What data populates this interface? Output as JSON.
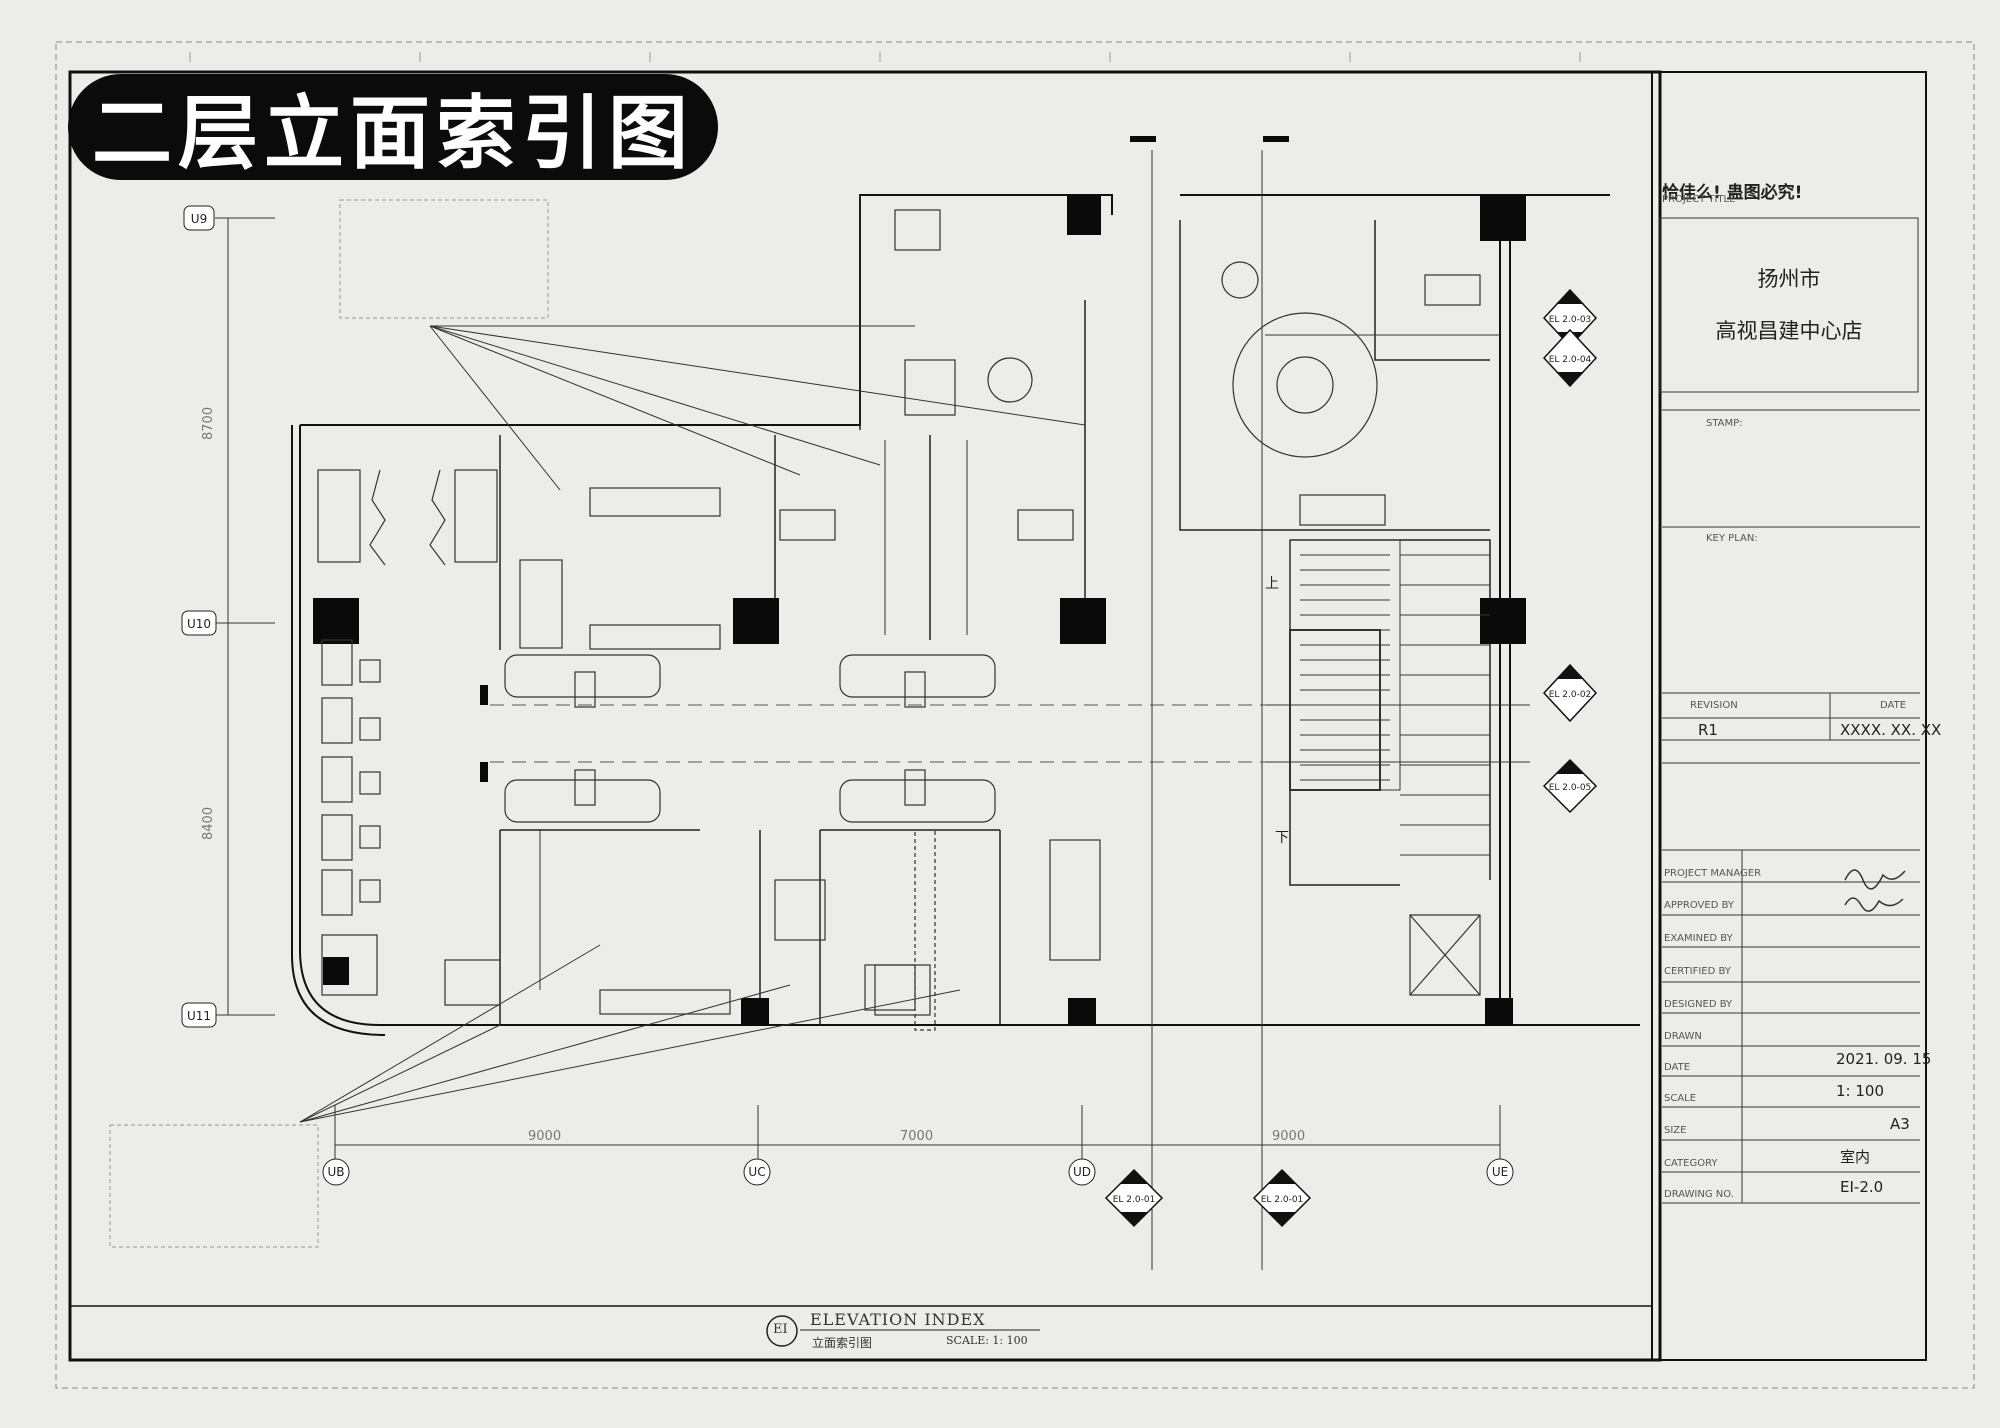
{
  "title": "二层立面索引图",
  "project": {
    "title_label": "PROJECT TITLE",
    "title_partial": "恰佳么! 蛊图必究!",
    "city": "扬州市",
    "store": "高视昌建中心店"
  },
  "title_block": {
    "stamp_label": "STAMP:",
    "key_plan_label": "KEY PLAN:",
    "revision_label": "REVISION",
    "date_label": "DATE",
    "revision": "R1",
    "revision_date": "XXXX. XX. XX",
    "project_manager_label": "PROJECT MANAGER",
    "approved_label": "APPROVED BY",
    "examined_label": "EXAMINED BY",
    "certified_label": "CERTIFIED BY",
    "designed_label": "DESIGNED BY",
    "drawn_label": "DRAWN",
    "date_row_label": "DATE",
    "date": "2021. 09. 15",
    "scale_label": "SCALE",
    "scale": "1: 100",
    "size_label": "SIZE",
    "size": "A3",
    "category_label": "CATEGORY",
    "category": "室内",
    "drawing_no_label": "DRAWING NO.",
    "drawing_no": "EI-2.0"
  },
  "axes": {
    "vertical": [
      "U9",
      "U10",
      "U11"
    ],
    "horizontal": [
      "UB",
      "UC",
      "UD",
      "UE"
    ]
  },
  "dimensions": {
    "vertical": [
      "8700",
      "8400"
    ],
    "horizontal": [
      "9000",
      "7000",
      "9000"
    ]
  },
  "elevation_markers": [
    "EL 2.0-03",
    "EL 2.0-04",
    "EL 2.0-02",
    "EL 2.0-05",
    "EL 2.0-01",
    "EL 2.0-01"
  ],
  "stair_labels": {
    "up": "上",
    "down": "下"
  },
  "caption": {
    "code": "EI",
    "title_en": "ELEVATION INDEX",
    "title_cn": "立面索引图",
    "scale": "SCALE: 1: 100"
  },
  "colors": {
    "paper": "#ececea",
    "ink": "#111111",
    "pill": "#0b0b0b"
  }
}
